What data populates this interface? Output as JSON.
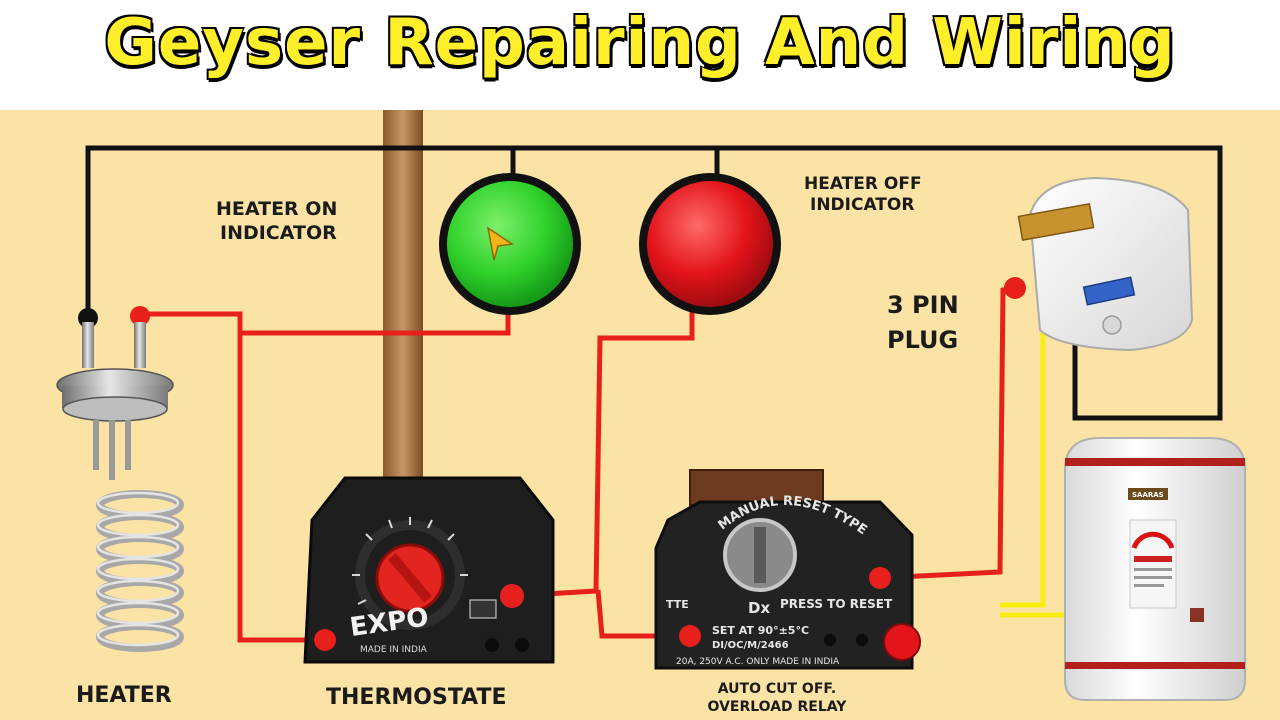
{
  "header": {
    "title": "Geyser Repairing And Wiring"
  },
  "labels": {
    "heater_on_line1": "HEATER ON",
    "heater_on_line2": "INDICATOR",
    "heater_off_line1": "HEATER OFF",
    "heater_off_line2": "INDICATOR",
    "plug_line1": "3 PIN",
    "plug_line2": "PLUG",
    "heater": "HEATER",
    "thermostat": "THERMOSTATE",
    "relay_line1": "AUTO CUT OFF.",
    "relay_line2": "OVERLOAD RELAY"
  },
  "thermostat_text": {
    "brand": "EXPO",
    "origin": "MADE IN INDIA"
  },
  "relay_text": {
    "arc": "MANUAL RESET TYPE",
    "press": "PRESS TO RESET",
    "model": "Dx",
    "set": "SET AT 90°±5°C",
    "codes": "DI/OC/M/2466",
    "rating": "20A, 250V A.C. ONLY  MADE IN INDIA",
    "logo": "TTE"
  },
  "geyser_text": {
    "brand": "SAARAS"
  },
  "colors": {
    "background": "#fbe3a6",
    "live_wire": "#e8201c",
    "neutral_wire": "#111111",
    "earth_wire": "#f7ee10",
    "on_indicator": "#2fd12b",
    "off_indicator": "#e3141a",
    "title": "#ffef2a"
  },
  "icons": [
    "cursor-arrow-icon"
  ]
}
